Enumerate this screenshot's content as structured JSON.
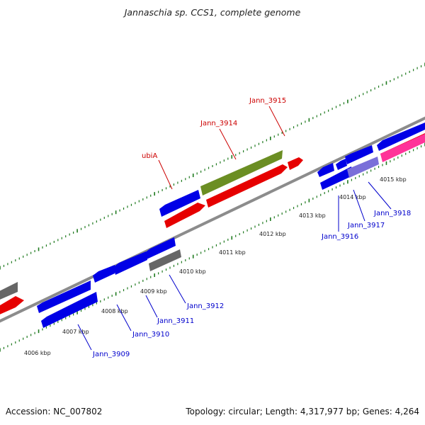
{
  "title": "Jannaschia sp. CCS1, complete genome",
  "footer": {
    "accession": "Accession: NC_007802",
    "summary": "Topology: circular; Length: 4,317,977 bp; Genes: 4,264"
  },
  "colors": {
    "background": "#ffffff",
    "backbone": "#8c8c8c",
    "ticks": "#1f7a1f",
    "forward_gene": "#e60000",
    "reverse_gene": "#0000e6",
    "highlight_gene": "#6b8e23",
    "pseudo_gene": "#666666",
    "rna_gene": "#ff3399",
    "forward_label": "#cc0000",
    "reverse_label": "#0000cc",
    "kbp_label": "#222222"
  },
  "kbp_labels": [
    "4006 kbp",
    "4007 kbp",
    "4008 kbp",
    "4009 kbp",
    "4010 kbp",
    "4011 kbp",
    "4012 kbp",
    "4013 kbp",
    "4014 kbp",
    "4015 kbp"
  ],
  "gene_labels_forward": [
    "ubiA",
    "Jann_3914",
    "Jann_3915"
  ],
  "gene_labels_reverse": [
    "Jann_3909",
    "Jann_3910",
    "Jann_3911",
    "Jann_3912",
    "Jann_3916",
    "Jann_3917",
    "Jann_3918"
  ]
}
